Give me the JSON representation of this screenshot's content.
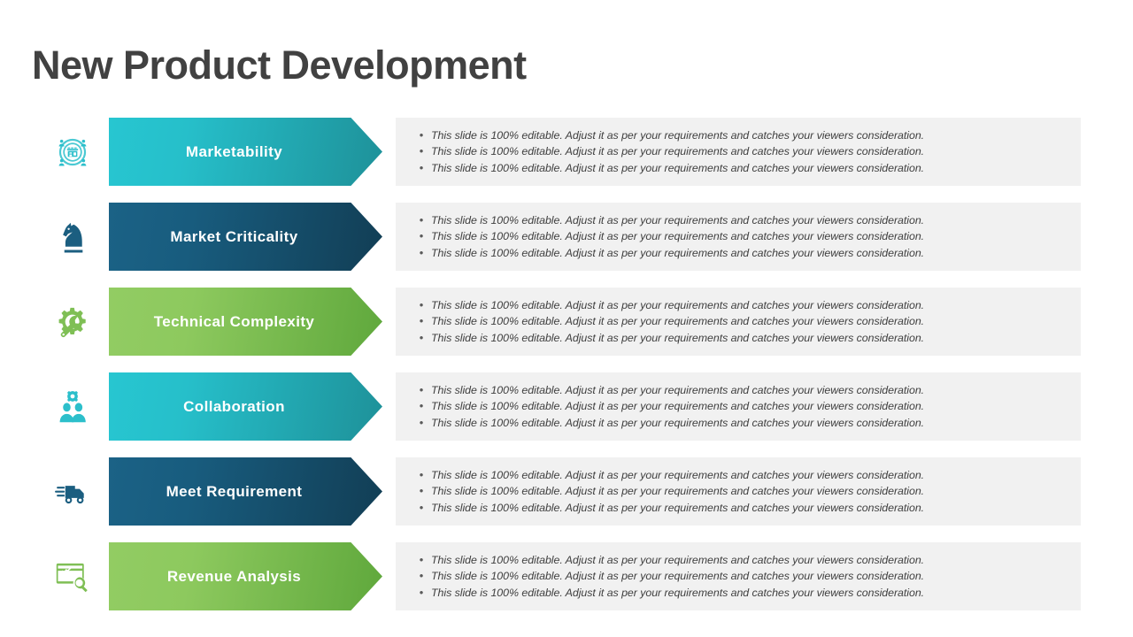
{
  "slide": {
    "title": "New Product Development",
    "title_color": "#414141",
    "background": "#ffffff",
    "panel_background": "#f1f1f1"
  },
  "palette": {
    "teal_light": "#27C6D1",
    "teal_dark": "#1E9199",
    "navy_light": "#1B6286",
    "navy_dark": "#123E55",
    "green_light": "#92CC63",
    "green_dark": "#5FA83C",
    "bullet_text": "#3f3f3f",
    "bullet_dot": "#5a5a5a"
  },
  "bullet_text": "This slide is 100% editable. Adjust it as per your requirements and catches your viewers consideration.",
  "rows": [
    {
      "label": "Marketability",
      "icon": "storefront-target-icon",
      "icon_color": "#2CBFCB",
      "theme": "teal",
      "bullets": [
        "This slide is 100% editable. Adjust it as per your requirements and catches your viewers consideration.",
        "This slide is 100% editable. Adjust it as per your requirements and catches your viewers consideration.",
        "This slide is 100% editable. Adjust it as per your requirements and catches your viewers consideration."
      ]
    },
    {
      "label": "Market  Criticality",
      "icon": "chess-knight-icon",
      "icon_color": "#1B5E80",
      "theme": "navy",
      "bullets": [
        "This slide is 100% editable. Adjust it as per your requirements and catches your viewers consideration.",
        "This slide is 100% editable. Adjust it as per your requirements and catches your viewers consideration.",
        "This slide is 100% editable. Adjust it as per your requirements and catches your viewers consideration."
      ]
    },
    {
      "label": "Technical  Complexity",
      "icon": "gear-wrench-icon",
      "icon_color": "#7FBF55",
      "theme": "green",
      "bullets": [
        "This slide is 100% editable. Adjust it as per your requirements and catches your viewers consideration.",
        "This slide is 100% editable. Adjust it as per your requirements and catches your viewers consideration.",
        "This slide is 100% editable. Adjust it as per your requirements and catches your viewers consideration."
      ]
    },
    {
      "label": "Collaboration",
      "icon": "people-gear-icon",
      "icon_color": "#2CBFCB",
      "theme": "teal",
      "bullets": [
        "This slide is 100% editable. Adjust it as per your requirements and catches your viewers consideration.",
        "This slide is 100% editable. Adjust it as per your requirements and catches your viewers consideration.",
        "This slide is 100% editable. Adjust it as per your requirements and catches your viewers consideration."
      ]
    },
    {
      "label": "Meet Requirement",
      "icon": "delivery-truck-icon",
      "icon_color": "#1B5E80",
      "theme": "navy",
      "bullets": [
        "This slide is 100% editable. Adjust it as per your requirements and catches your viewers consideration.",
        "This slide is 100% editable. Adjust it as per your requirements and catches your viewers consideration.",
        "This slide is 100% editable. Adjust it as per your requirements and catches your viewers consideration."
      ]
    },
    {
      "label": "Revenue Analysis",
      "icon": "revenue-chart-search-icon",
      "icon_color": "#7FBF55",
      "theme": "green",
      "bullets": [
        "This slide is 100% editable. Adjust it as per your requirements and catches your viewers consideration.",
        "This slide is 100% editable. Adjust it as per your requirements and catches your viewers consideration.",
        "This slide is 100% editable. Adjust it as per your requirements and catches your viewers consideration."
      ]
    }
  ]
}
